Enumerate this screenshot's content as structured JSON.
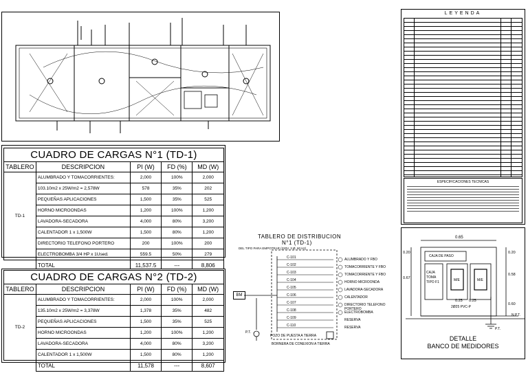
{
  "table1": {
    "title": "CUADRO DE CARGAS N°1 (TD-1)",
    "headers": [
      "TABLERO",
      "DESCRIPCION",
      "PI (W)",
      "FD (%)",
      "MD (W)"
    ],
    "tablero": "TD-1",
    "rows": [
      {
        "desc": "ALUMBRADO Y TOMACORRIENTES:",
        "pi": "2,000",
        "fd": "100%",
        "md": "2,000"
      },
      {
        "desc": "103.10m2 x 25W/m2 = 2,578W",
        "pi": "578",
        "fd": "35%",
        "md": "202"
      },
      {
        "desc": "PEQUEÑAS APLICACIONES",
        "pi": "1,500",
        "fd": "35%",
        "md": "525"
      },
      {
        "desc": "HORNO MICROONDAS",
        "pi": "1,200",
        "fd": "100%",
        "md": "1,200"
      },
      {
        "desc": "LAVADORA-SECADORA",
        "pi": "4,000",
        "fd": "80%",
        "md": "3,200"
      },
      {
        "desc": "CALENTADOR 1 x 1,500W",
        "pi": "1,500",
        "fd": "80%",
        "md": "1,200"
      },
      {
        "desc": "DIRECTORIO TELEFONO PORTERO",
        "pi": "200",
        "fd": "100%",
        "md": "200"
      },
      {
        "desc": "ELECTROBOMBA 3/4 HP x 1Used.",
        "pi": "559.5",
        "fd": "50%",
        "md": "279"
      }
    ],
    "total": {
      "label": "TOTAL",
      "pi": "11,537.5",
      "fd": "---",
      "md": "8,806"
    }
  },
  "table2": {
    "title": "CUADRO DE CARGAS N°2 (TD-2)",
    "headers": [
      "TABLERO",
      "DESCRIPCION",
      "PI (W)",
      "FD (%)",
      "MD (W)"
    ],
    "tablero": "TD-2",
    "rows": [
      {
        "desc": "ALUMBRADO Y TOMACORRIENTES:",
        "pi": "2,000",
        "fd": "100%",
        "md": "2,000"
      },
      {
        "desc": "135.10m2 x 25W/m2 = 3,378W",
        "pi": "1,378",
        "fd": "35%",
        "md": "482"
      },
      {
        "desc": "PEQUEÑAS APLICACIONES",
        "pi": "1,500",
        "fd": "35%",
        "md": "525"
      },
      {
        "desc": "HORNO MICROONDAS",
        "pi": "1,200",
        "fd": "100%",
        "md": "1,200"
      },
      {
        "desc": "LAVADORA-SECADORA",
        "pi": "4,000",
        "fd": "80%",
        "md": "3,200"
      },
      {
        "desc": "CALENTADOR 1 x 1,500W",
        "pi": "1,500",
        "fd": "80%",
        "md": "1,200"
      }
    ],
    "total": {
      "label": "TOTAL",
      "pi": "11,578",
      "fd": "---",
      "md": "8,607"
    }
  },
  "legend": {
    "title": "LEYENDA",
    "specs_title": "ESPECIFICACIONES TECNICAS"
  },
  "diagram": {
    "title": "TABLERO DE DISTRIBUCION",
    "subtitle": "N°1 (TD-1)",
    "type_line": "DEL TIPO PARA EMPOTRAR (220V, 3 Ø, 60 Hz)",
    "bm": "BM",
    "circuit_ids": [
      "C-101",
      "C-102",
      "C-103",
      "C-104",
      "C-105",
      "C-106",
      "C-107",
      "C-108",
      "C-109",
      "C-110"
    ],
    "circuits": [
      "ALUMBRADO Y FBO",
      "TOMACORRIENTE Y FBO",
      "TOMACORRIENTE Y FBO",
      "HORNO MICROONDA",
      "LAVADORA-SECADORA",
      "CALENTADOR",
      "DIRECTORIO TELEFONO PORTERO",
      "ELECTROBOMBA",
      "RESERVA",
      "RESERVA"
    ],
    "bottom1": "POZO DE PUESTA A TIERRA",
    "bottom2": "BORNERA DE CONEXION A TIERRA",
    "pt": "P.T."
  },
  "detalle": {
    "title": "DETALLE",
    "subtitle": "BANCO DE MEDIDORES",
    "caja_paso": "CAJA DE PASO",
    "caja_toma": "CAJA TOMA TIPO F1",
    "m1": "M/E",
    "m2": "M/E",
    "d_065": "0.65",
    "d_020a": "0.20",
    "d_020b": "0.20",
    "d_067": "0.67",
    "d_058": "0.58",
    "d_060": "0.60",
    "d_025a": "0.25",
    "d_025b": "0.25",
    "npt": "N.P.T.",
    "pt": "P.T.",
    "conduit": "2Ø25 PVC-P"
  }
}
